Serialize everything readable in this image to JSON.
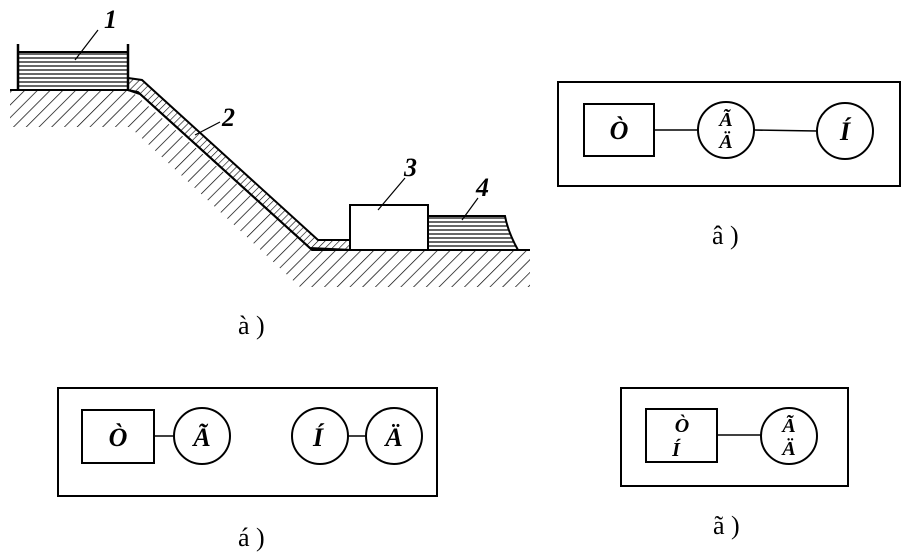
{
  "figure_a": {
    "caption": "à )",
    "callouts": [
      "1",
      "2",
      "3",
      "4"
    ]
  },
  "figure_b": {
    "caption": "â )",
    "box_label": "Ò",
    "circle1_top": "Ã",
    "circle1_bottom": "Ä",
    "circle2_label": "Í"
  },
  "figure_c": {
    "caption": "á )",
    "box_label": "Ò",
    "circle1_label": "Ã",
    "circle2_label": "Í",
    "circle3_label": "Ä"
  },
  "figure_d": {
    "caption": "ã )",
    "box_top": "Ò",
    "box_bottom": "Í",
    "circle_top": "Ã",
    "circle_bottom": "Ä"
  }
}
